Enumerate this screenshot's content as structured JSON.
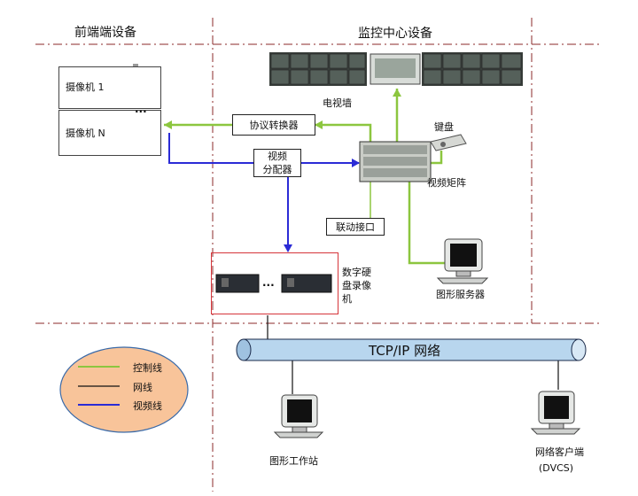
{
  "sections": {
    "front_end": "前端端设备",
    "monitor_center": "监控中心设备"
  },
  "cameras": {
    "cam1": "摄像机 1",
    "camN": "摄像机 N",
    "ellipsis": "..."
  },
  "center": {
    "tv_wall": "电视墙",
    "protocol_converter": "协议转换器",
    "video_distributor": "视频\n分配器",
    "keyboard": "键盘",
    "video_matrix": "视频矩阵",
    "linkage_interface": "联动接口",
    "graphics_server": "图形服务器",
    "dvr": "数字硬\n盘录像\n机",
    "dvr_ellipsis": "..."
  },
  "network": {
    "pipe_label": "TCP/IP 网络",
    "workstation": "图形工作站",
    "client": "网络客户端",
    "client_sub": "(DVCS)"
  },
  "legend": {
    "items": [
      {
        "label": "控制线",
        "color": "#8cc63f"
      },
      {
        "label": "网线",
        "color": "#111111"
      },
      {
        "label": "视频线",
        "color": "#2b2bd6"
      }
    ]
  },
  "colors": {
    "control": "#8cc63f",
    "video": "#2b2bd6",
    "network": "#111111",
    "divider": "#8b2a2a",
    "dvr_border": "#d6343a",
    "pipe": "#b8d6ee",
    "legend_bg": "#f8c49a"
  }
}
